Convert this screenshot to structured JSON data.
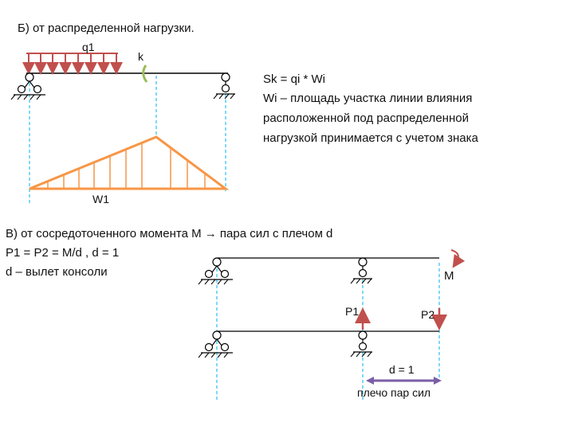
{
  "section_b": {
    "title": "Б) от распределенной нагрузки.",
    "load_label": "q1",
    "section_label": "k",
    "area_label": "W1",
    "formula": "Sk = qi * Wi",
    "explanation": [
      "Wi – площадь участка линии влияния",
      "расположенной  под распределенной",
      "нагрузкой принимается с учетом знака"
    ]
  },
  "section_v": {
    "title": "В) от сосредоточенного момента М → пара сил с плечом d",
    "force_eq": "P1 = P2 = M/d , d = 1",
    "note": "d – вылет консоли",
    "moment_label": "M",
    "p1_label": "P1",
    "p2_label": "P2",
    "d_label": "d = 1",
    "arm_caption": "плечо пар сил"
  },
  "colors": {
    "load": "#c0504d",
    "influence": "#f79646",
    "section_mark": "#9bbb59",
    "dashed": "#00b0f0",
    "arm": "#7b5ea7",
    "beam": "#000000"
  }
}
